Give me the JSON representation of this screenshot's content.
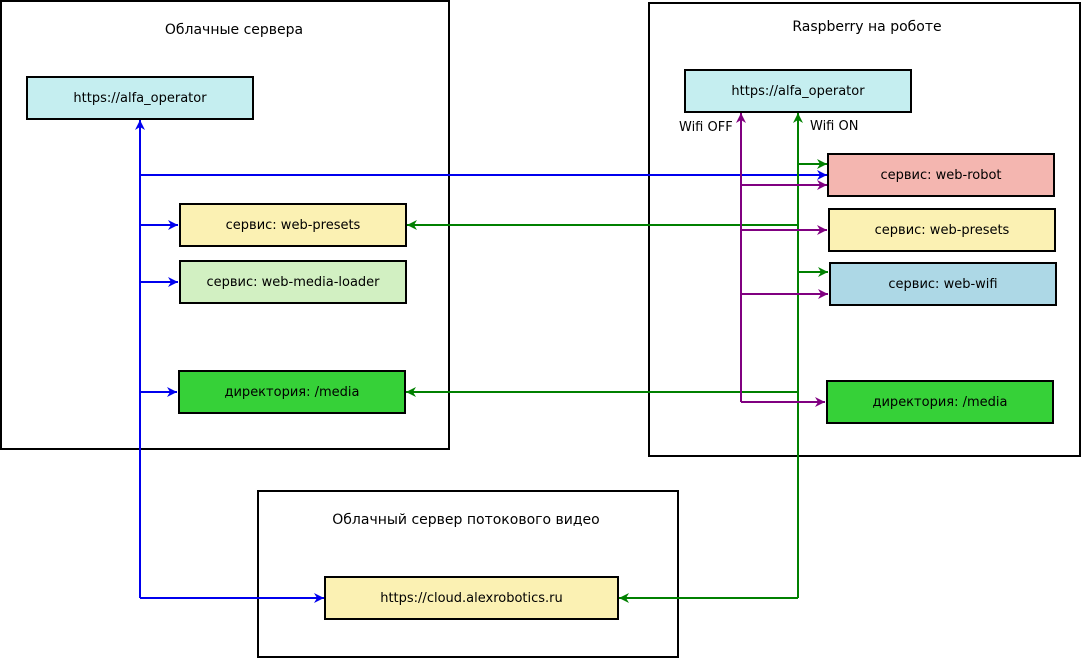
{
  "colors": {
    "blue": "#0000ee",
    "green": "#008000",
    "purple": "#800080",
    "operator_fill": "#c5eef0",
    "robot_fill": "#f4b6b0",
    "presets_fill": "#fbf1b3",
    "media_loader_fill": "#d2f0c2",
    "wifi_fill": "#add8e6",
    "media_fill": "#36d138",
    "cloud_fill": "#fbf1b3"
  },
  "groups": {
    "cloud_servers": {
      "title": "Облачные сервера"
    },
    "raspberry": {
      "title": "Raspberry на роботе"
    },
    "video_server": {
      "title": "Облачный сервер потокового видео"
    }
  },
  "nodes": {
    "cloud_operator": "https://alfa_operator",
    "cloud_presets": "сервис: web-presets",
    "cloud_media_loader": "сервис: web-media-loader",
    "cloud_media": "директория: /media",
    "rpi_operator": "https://alfa_operator",
    "rpi_robot": "сервис: web-robot",
    "rpi_presets": "сервис: web-presets",
    "rpi_wifi": "сервис: web-wifi",
    "rpi_media": "директория: /media",
    "video_cloud": "https://cloud.alexrobotics.ru"
  },
  "labels": {
    "wifi_off": "Wifi OFF",
    "wifi_on": "Wifi ON"
  }
}
